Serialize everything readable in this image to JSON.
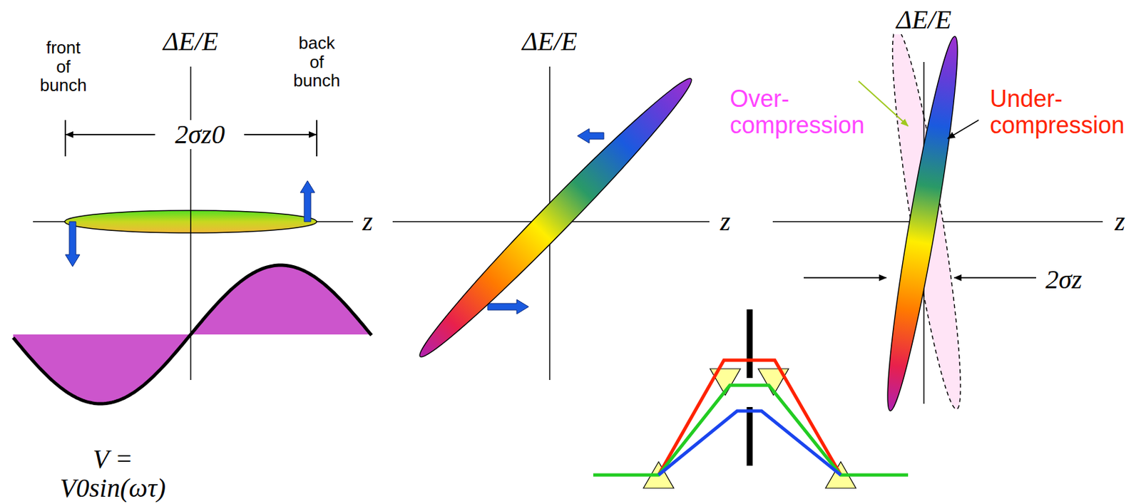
{
  "diagram": {
    "labels": [
      "front of bunch",
      "ΔE/E",
      "back of bunch",
      "ΔE/E",
      "ΔE/E",
      "Over-compression",
      "Under-compression",
      "2σz0",
      "z",
      "z",
      "z",
      "2σz",
      "V = V0sin(ωτ)"
    ]
  }
}
